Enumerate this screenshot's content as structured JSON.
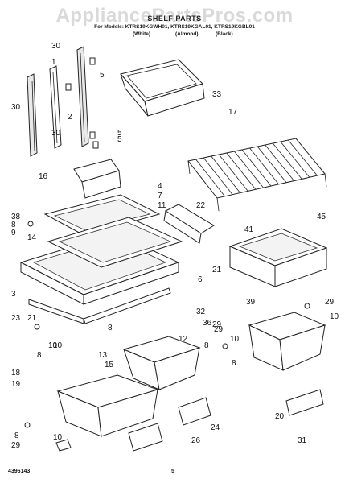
{
  "header": {
    "watermark": "AppliancePartsPros.com",
    "title": "SHELF PARTS",
    "models_line": "For Models: KTRS19KGWH01, KTRS19KGAL01, KTRS19KGBL01",
    "variants": [
      "(White)",
      "(Almond)",
      "(Black)"
    ]
  },
  "footer": {
    "doc_number": "4396143",
    "page_number": "5"
  },
  "callouts": [
    "30",
    "1",
    "5",
    "2",
    "30",
    "5",
    "30",
    "5",
    "33",
    "17",
    "16",
    "4",
    "7",
    "11",
    "22",
    "38",
    "14",
    "9",
    "8",
    "45",
    "41",
    "21",
    "6",
    "3",
    "23",
    "32",
    "36",
    "39",
    "29",
    "21",
    "10",
    "8",
    "12",
    "8",
    "10",
    "29",
    "8",
    "10",
    "18",
    "13",
    "15",
    "29",
    "8",
    "10",
    "19",
    "8",
    "10",
    "29",
    "26",
    "24",
    "20",
    "31"
  ]
}
